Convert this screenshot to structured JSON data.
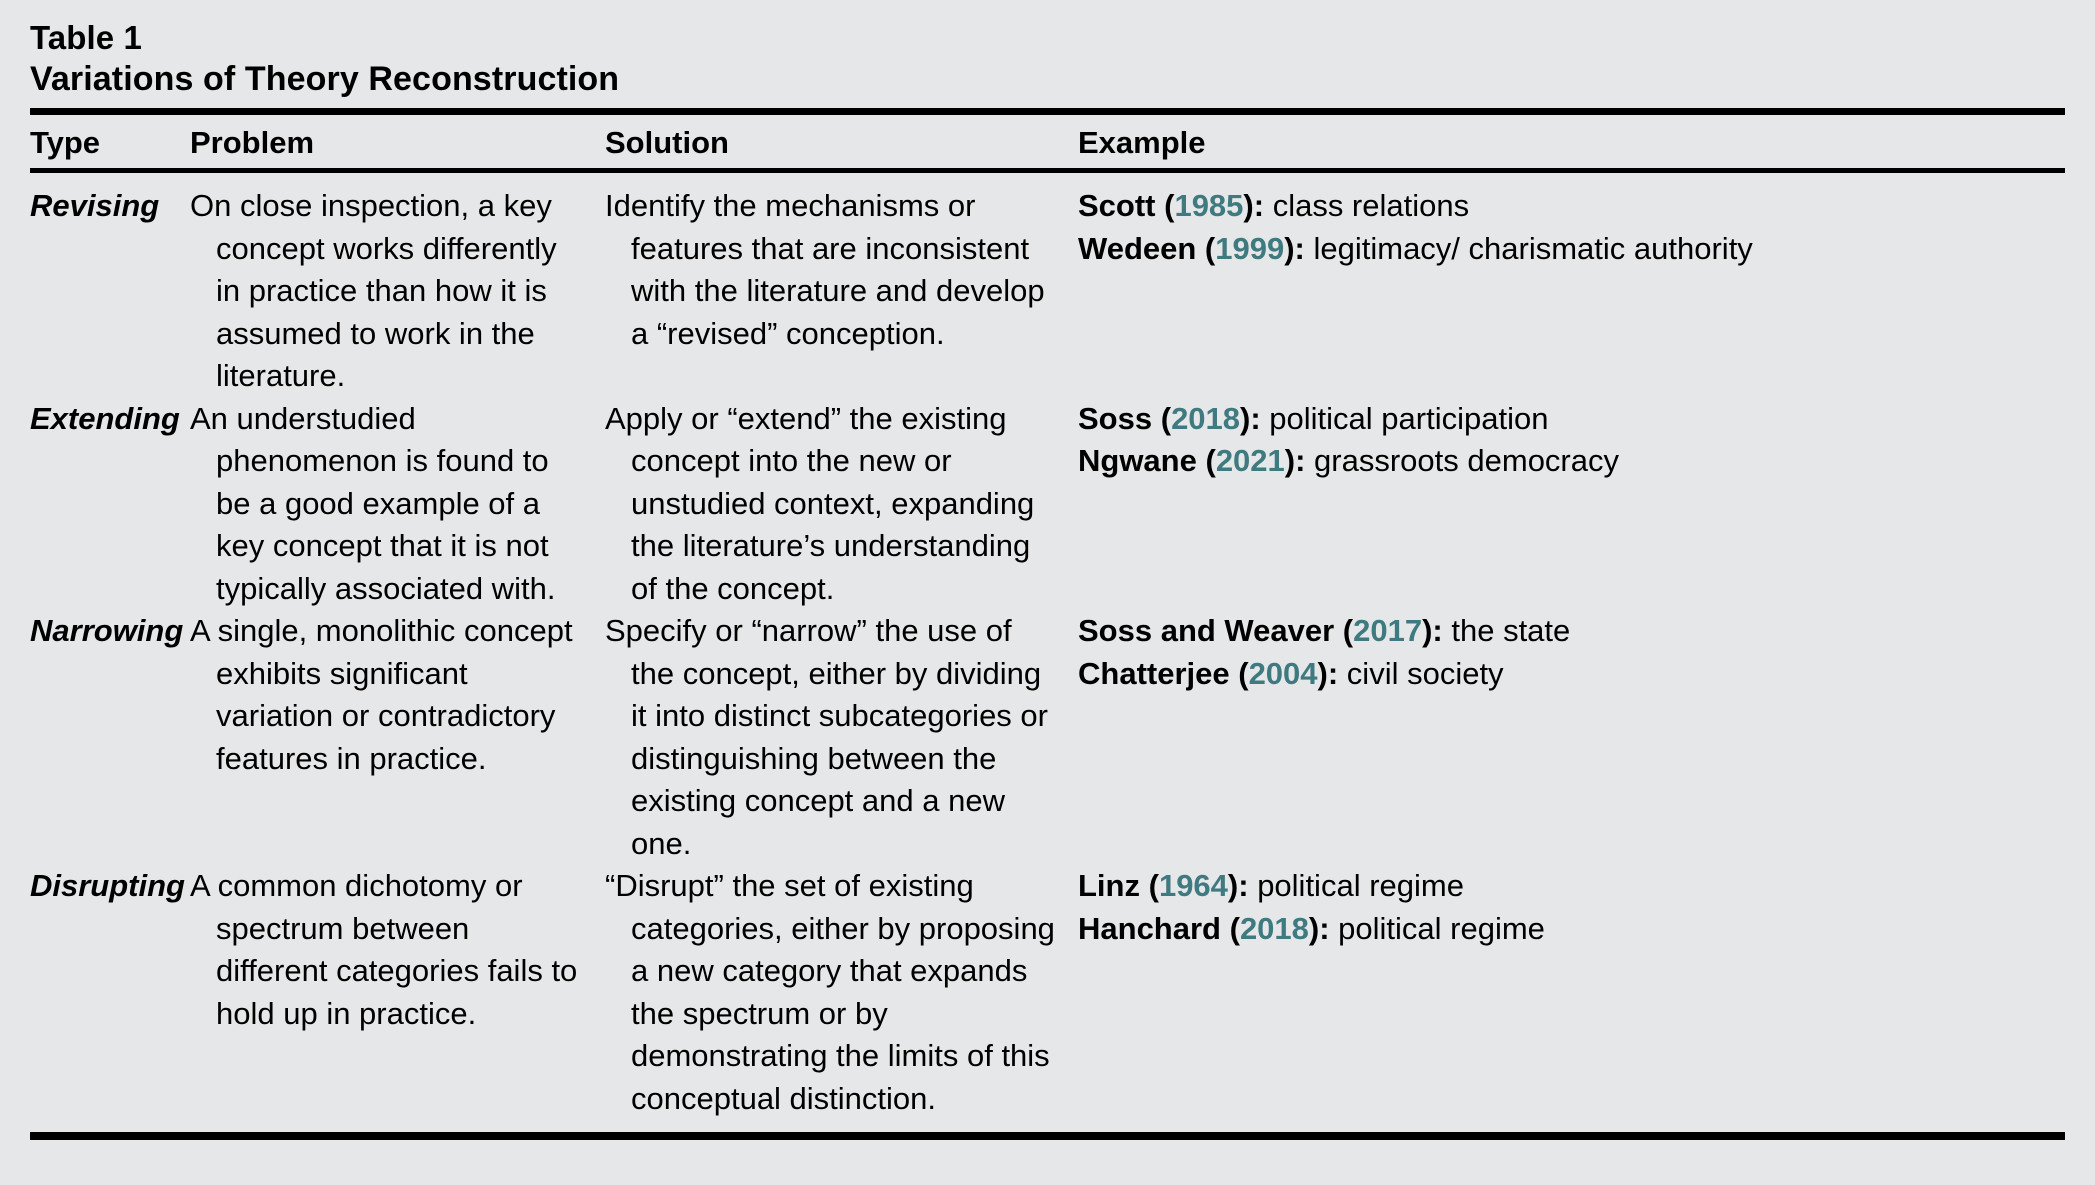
{
  "figure": {
    "caption_number": "Table 1",
    "caption_title": "Variations of Theory Reconstruction",
    "background_color": "#e6e7e8",
    "rule_color": "#000000",
    "year_accent_color": "#3f7a80"
  },
  "columns": [
    {
      "key": "type",
      "label": "Type"
    },
    {
      "key": "problem",
      "label": "Problem"
    },
    {
      "key": "solution",
      "label": "Solution"
    },
    {
      "key": "example",
      "label": "Example"
    }
  ],
  "rows": [
    {
      "type": "Revising",
      "problem": "On close inspection, a key concept works differently in practice than how it is assumed to work in the literature.",
      "solution": "Identify the mechanisms or features that are inconsistent with the literature and develop a “revised” conception.",
      "examples": [
        {
          "author": "Scott",
          "open": "(",
          "year": "1985",
          "close": "):",
          "description": " class relations"
        },
        {
          "author": "Wedeen",
          "open": "(",
          "year": "1999",
          "close": "):",
          "description": " legitimacy/ charismatic authority"
        }
      ]
    },
    {
      "type": "Extending",
      "problem": "An understudied phenomenon is found to be a good example of a key concept that it is not typically associated with.",
      "solution": "Apply or “extend” the existing concept into the new or unstudied context, expanding the literature’s understanding of the concept.",
      "examples": [
        {
          "author": "Soss",
          "open": "(",
          "year": "2018",
          "close": "):",
          "description": " political participation"
        },
        {
          "author": "Ngwane",
          "open": "(",
          "year": "2021",
          "close": "):",
          "description": " grassroots democracy"
        }
      ]
    },
    {
      "type": "Narrowing",
      "problem": "A single, monolithic concept exhibits significant variation or contradictory features in practice.",
      "solution": "Specify or “narrow” the use of the concept, either by dividing it into distinct subcategories or distinguishing between the existing concept and a new one.",
      "examples": [
        {
          "author": "Soss and Weaver",
          "open": "(",
          "year": "2017",
          "close": "):",
          "description": " the state"
        },
        {
          "author": "Chatterjee",
          "open": "(",
          "year": "2004",
          "close": "):",
          "description": " civil society"
        }
      ]
    },
    {
      "type": "Disrupting",
      "problem": "A common dichotomy or spectrum between different categories fails to hold up in practice.",
      "solution": "“Disrupt” the set of existing categories, either by proposing a new category that expands the spectrum or by demonstrating the limits of this conceptual distinction.",
      "examples": [
        {
          "author": "Linz",
          "open": "(",
          "year": "1964",
          "close": "):",
          "description": " political regime"
        },
        {
          "author": "Hanchard",
          "open": "(",
          "year": "2018",
          "close": "):",
          "description": " political regime"
        }
      ]
    }
  ]
}
